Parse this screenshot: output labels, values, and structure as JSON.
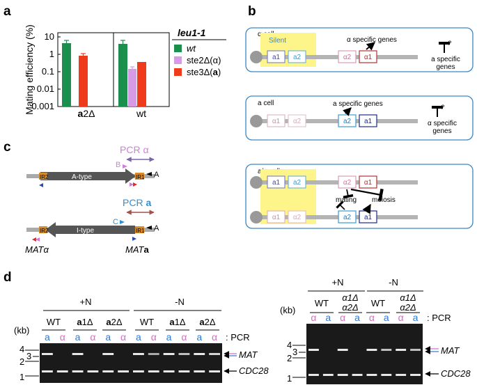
{
  "panels": {
    "a": {
      "letter": "a",
      "ylabel": "Mating efficiency (%)",
      "yticks": [
        "10",
        "1",
        "0.1",
        "0.01",
        "0.001"
      ],
      "xgroups": [
        {
          "bold": "a",
          "rest": "2Δ"
        },
        {
          "bold": "",
          "rest": "wt"
        }
      ],
      "legend_title": "leu1-1",
      "legend": [
        {
          "label": "wt",
          "color": "#1a8f4e"
        },
        {
          "label": "ste2Δ(α)",
          "color": "#d79be6"
        },
        {
          "label": "ste3Δ(",
          "bold": "a",
          "tail": ")",
          "color": "#f03a1c"
        }
      ]
    },
    "b": {
      "letter": "b",
      "cells": [
        {
          "title": "α cell",
          "silent": "Silent",
          "rowA": [
            "a1",
            "a2",
            "α2",
            "α1"
          ],
          "expressed": "α specific genes",
          "repressed1": "a specific",
          "repressed2": "genes",
          "q": "?"
        },
        {
          "title": "a cell",
          "rowA": [
            "α1",
            "α2",
            "a2",
            "a1"
          ],
          "expressed": "a specific genes",
          "repressed1": "α specific",
          "repressed2": "genes",
          "q": "?"
        },
        {
          "title": "a/α cell",
          "rowA": [
            "a1",
            "a2",
            "α2",
            "α1"
          ],
          "rowB": [
            "α1",
            "α2",
            "a2",
            "a1"
          ],
          "mating": "mating",
          "meiosis": "meiosis"
        }
      ]
    },
    "c": {
      "letter": "c",
      "top": {
        "pcr_prefix": "PCR",
        "pcr_symbol": "α",
        "ir2": "IR2",
        "ir1": "IR1",
        "type": "A-type",
        "primerB": "B",
        "primerA": "A"
      },
      "bottom": {
        "pcr_prefix": "PCR",
        "pcr_symbol": "a",
        "ir2": "IR2",
        "ir1": "IR1",
        "type": "I-type",
        "primerC": "C",
        "primerA": "A",
        "mat_alpha": "MATα",
        "mat_a_prefix": "MAT",
        "mat_a_bold": "a"
      }
    },
    "d": {
      "letter": "d",
      "kb": "(kb)",
      "markers": [
        "4",
        "3",
        "2",
        "1"
      ],
      "pcr_label": ": PCR",
      "mat": "MAT",
      "cdc28": "CDC28",
      "left": {
        "conditions": [
          "+N",
          "-N"
        ],
        "strains": [
          {
            "bold": "",
            "rest": "WT"
          },
          {
            "bold": "a",
            "rest": "1Δ"
          },
          {
            "bold": "a",
            "rest": "2Δ"
          },
          {
            "bold": "",
            "rest": "WT"
          },
          {
            "bold": "a",
            "rest": "1Δ"
          },
          {
            "bold": "a",
            "rest": "2Δ"
          }
        ],
        "lanes": [
          "a",
          "α",
          "a",
          "α",
          "a",
          "α",
          "a",
          "α",
          "a",
          "α",
          "a",
          "α"
        ]
      },
      "right": {
        "conditions": [
          "+N",
          "-N"
        ],
        "strains": [
          {
            "l1": "WT",
            "l2": ""
          },
          {
            "l1": "α1Δ",
            "l2": "α2Δ"
          },
          {
            "l1": "WT",
            "l2": ""
          },
          {
            "l1": "α1Δ",
            "l2": "α2Δ"
          }
        ],
        "lanes": [
          "α",
          "a",
          "α",
          "a",
          "α",
          "a",
          "α",
          "a"
        ]
      }
    }
  }
}
